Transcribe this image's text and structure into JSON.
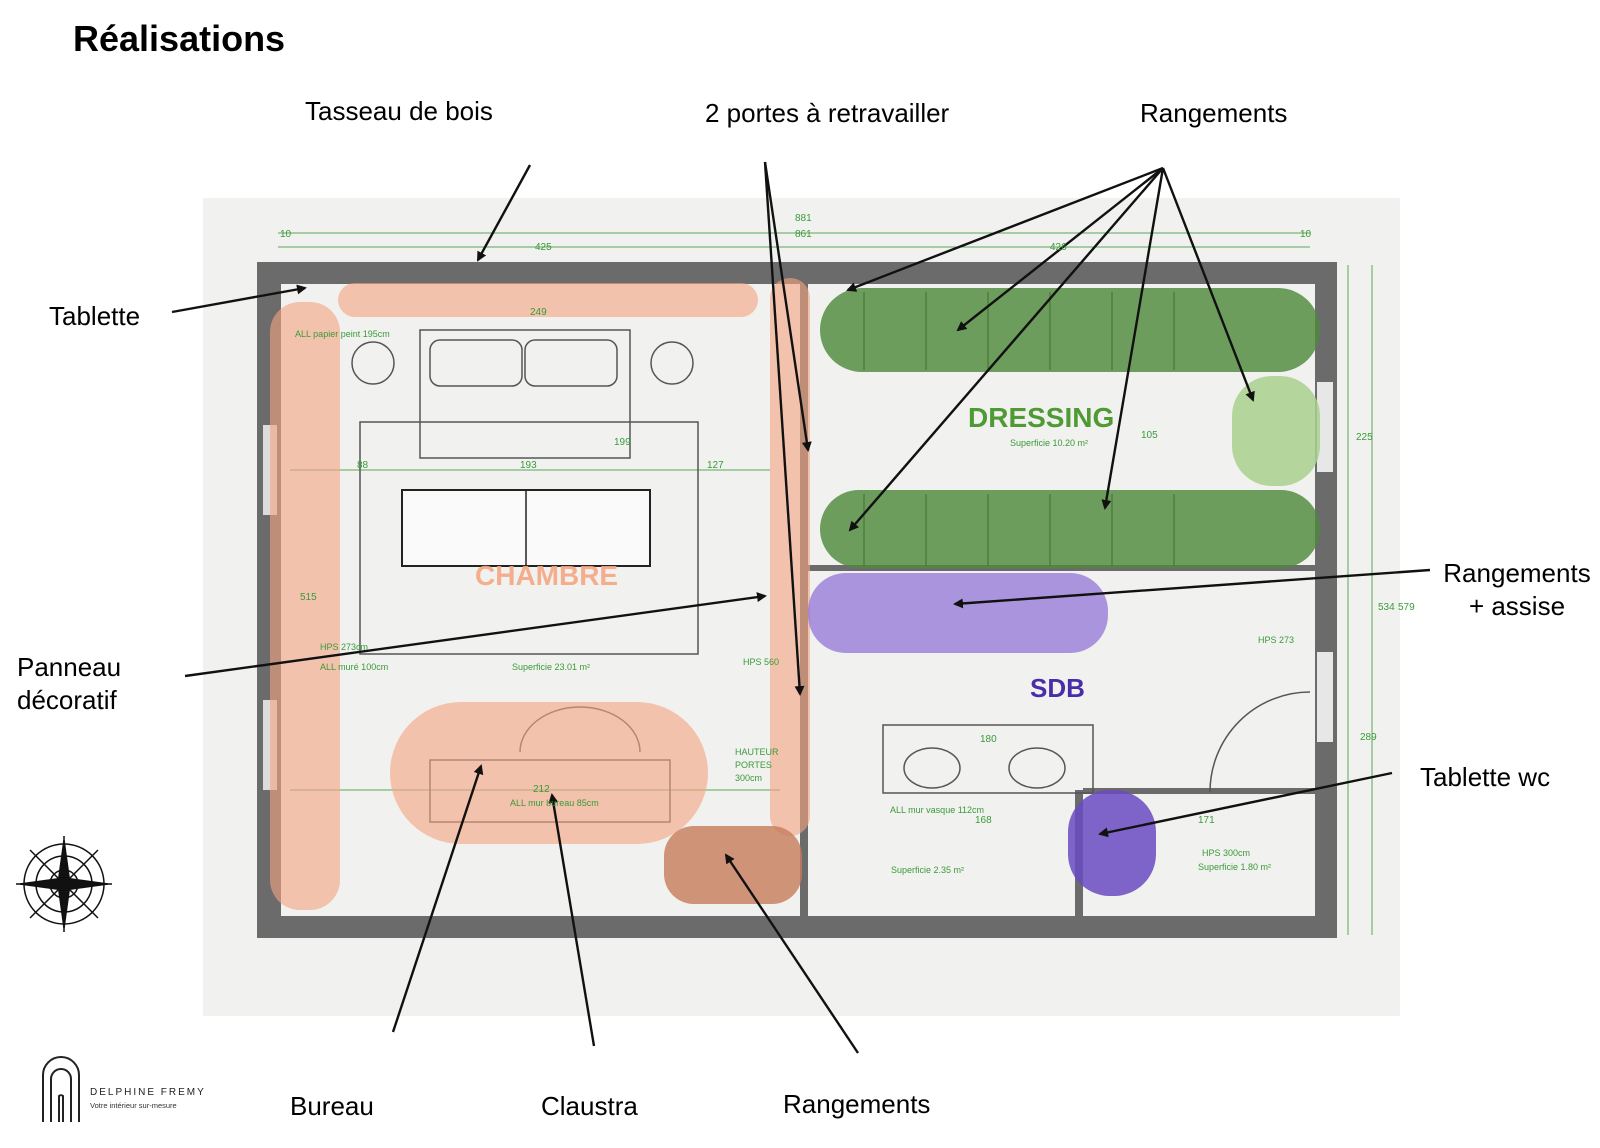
{
  "title": "Réalisations",
  "labels": {
    "tasseau": "Tasseau de bois",
    "portes": "2 portes à retravailler",
    "rangements_top": "Rangements",
    "tablette": "Tablette",
    "panneau_l1": "Panneau",
    "panneau_l2": "décoratif",
    "rangements_assise_l1": "Rangements",
    "rangements_assise_l2": "+ assise",
    "tablette_wc": "Tablette wc",
    "bureau": "Bureau",
    "claustra": "Claustra",
    "rangements_bottom": "Rangements"
  },
  "rooms": {
    "chambre": "CHAMBRE",
    "dressing": "DRESSING",
    "sdb": "SDB"
  },
  "plan_notes": {
    "dim_881": "881",
    "dim_861": "861",
    "dim_425": "425",
    "dim_10a": "10",
    "dim_10b": "10",
    "dim_426": "426",
    "dim_249": "249",
    "papier": "ALL papier peint 195cm",
    "dim_88": "88",
    "dim_193": "193",
    "dim_127": "127",
    "dim_199": "199",
    "hps273": "HPS 273cm",
    "allmure": "ALL muré 100cm",
    "sup_chambre": "Superficie 23.01 m²",
    "hps560": "HPS 560",
    "sup_dressing": "Superficie 10.20 m²",
    "dim_105": "105",
    "dim_225": "225",
    "dim_515": "515",
    "hauteur1": "HAUTEUR",
    "hauteur2": "PORTES",
    "hauteur3": "300cm",
    "dim_212": "212",
    "bureau_note": "ALL mur bureau 85cm",
    "vasque": "ALL mur vasque 112cm",
    "dim_180": "180",
    "dim_168": "168",
    "dim_171": "171",
    "sup_sdb": "Superficie 2.35 m²",
    "hps300": "HPS 300cm",
    "sup_wc": "Superficie 1.80 m²",
    "hps273b": "HPS 273",
    "dim_534": "534",
    "dim_579": "579",
    "dim_289": "289"
  },
  "brand": {
    "name": "DELPHINE FREMY",
    "tagline": "Votre intérieur sur-mesure"
  },
  "colors": {
    "wall": "#6e6e6e",
    "orange_zone": "#f4a582",
    "green_zone": "#4f8a3c",
    "light_green_zone": "#a9d18e",
    "purple_zone": "#8f6fd6",
    "dim_text": "#3a9a3a"
  },
  "icons": [
    "compass-rose-icon",
    "brand-arch-logo-icon"
  ]
}
